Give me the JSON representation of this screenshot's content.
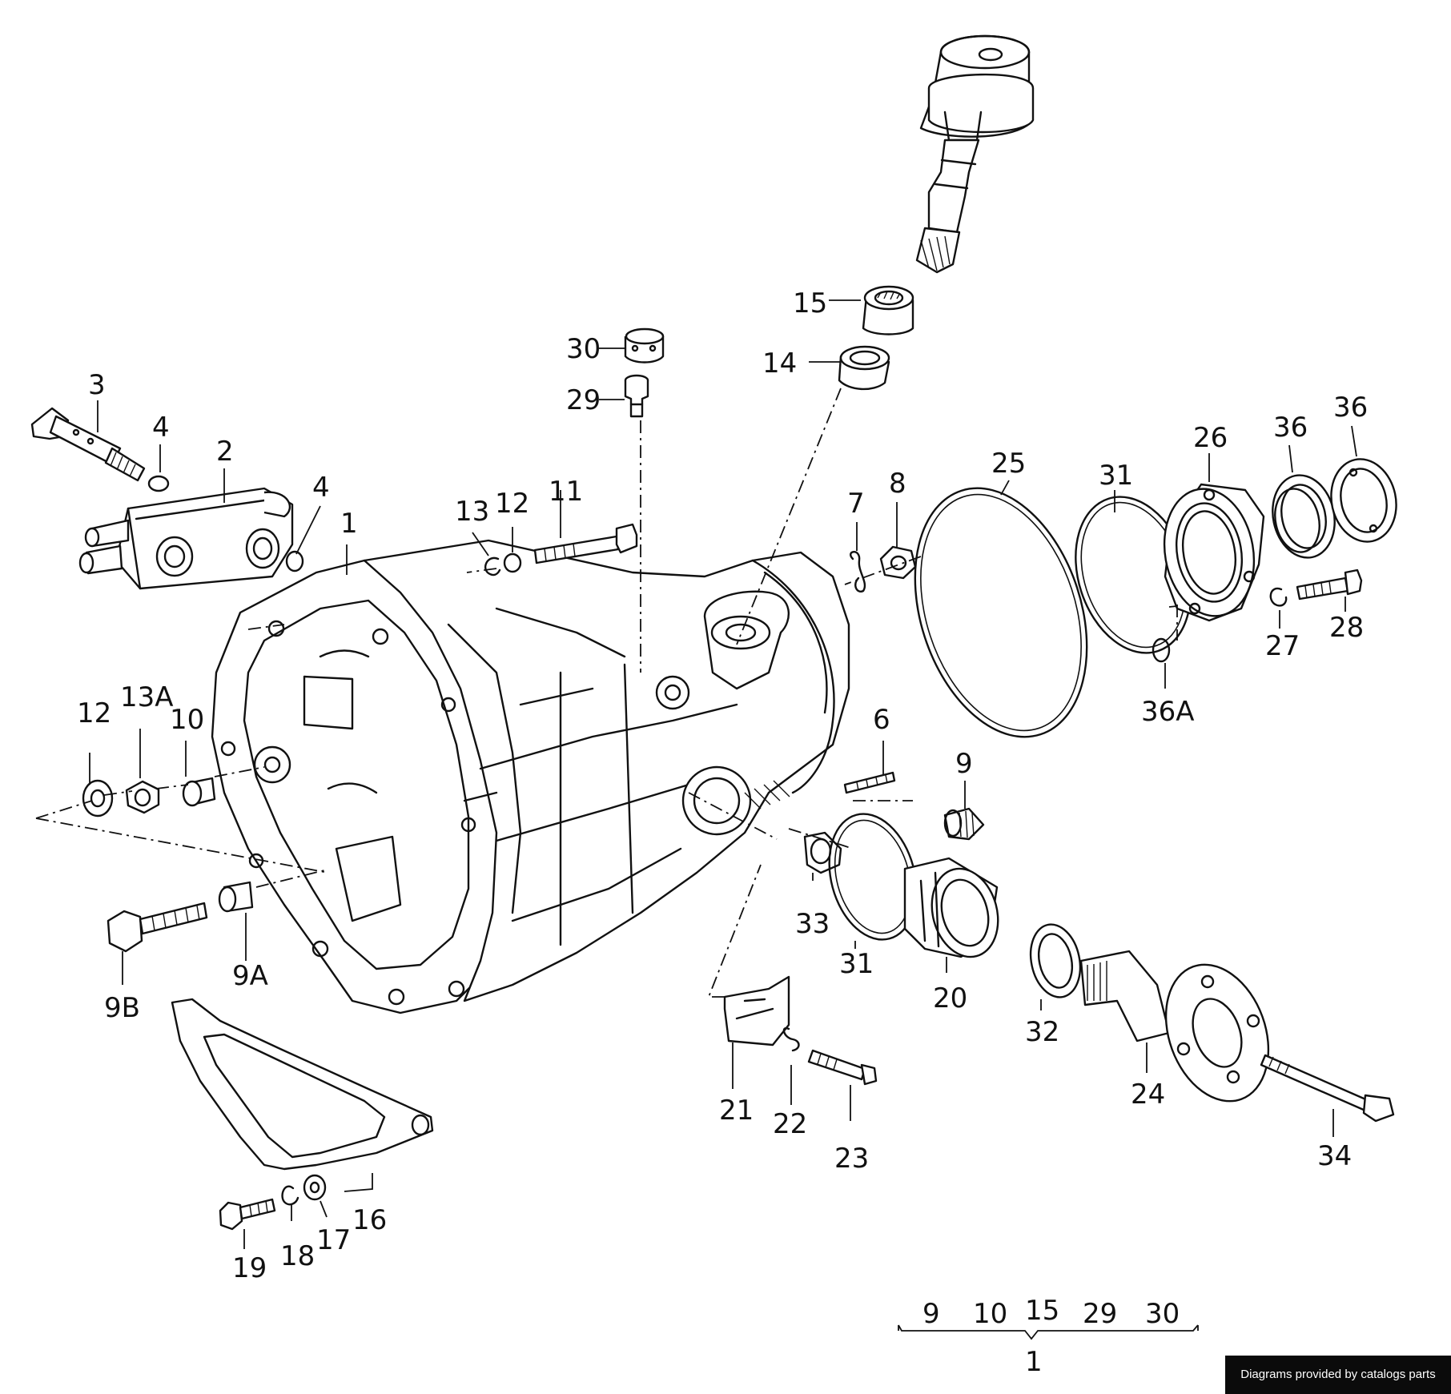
{
  "callouts": {
    "c1": "1",
    "c2": "2",
    "c3": "3",
    "c4a": "4",
    "c4b": "4",
    "c6": "6",
    "c7": "7",
    "c8": "8",
    "c9a": "9",
    "c9b": "9B",
    "c9c": "9A",
    "c10": "10",
    "c11": "11",
    "c12a": "12",
    "c12b": "12",
    "c13": "13",
    "c13a": "13A",
    "c14": "14",
    "c15": "15",
    "c16": "16",
    "c17": "17",
    "c18": "18",
    "c19": "19",
    "c20": "20",
    "c21": "21",
    "c22": "22",
    "c23": "23",
    "c24": "24",
    "c25": "25",
    "c26": "26",
    "c27": "27",
    "c28": "28",
    "c29": "29",
    "c30": "30",
    "c31a": "31",
    "c31b": "31",
    "c32": "32",
    "c33": "33",
    "c34": "34",
    "c36a": "36",
    "c36b": "36",
    "c36c": "36A"
  },
  "kit_group": {
    "items": [
      "9",
      "10",
      "15",
      "29",
      "30"
    ],
    "parent": "1"
  },
  "footer_note": "Diagrams provided by catalogs parts"
}
